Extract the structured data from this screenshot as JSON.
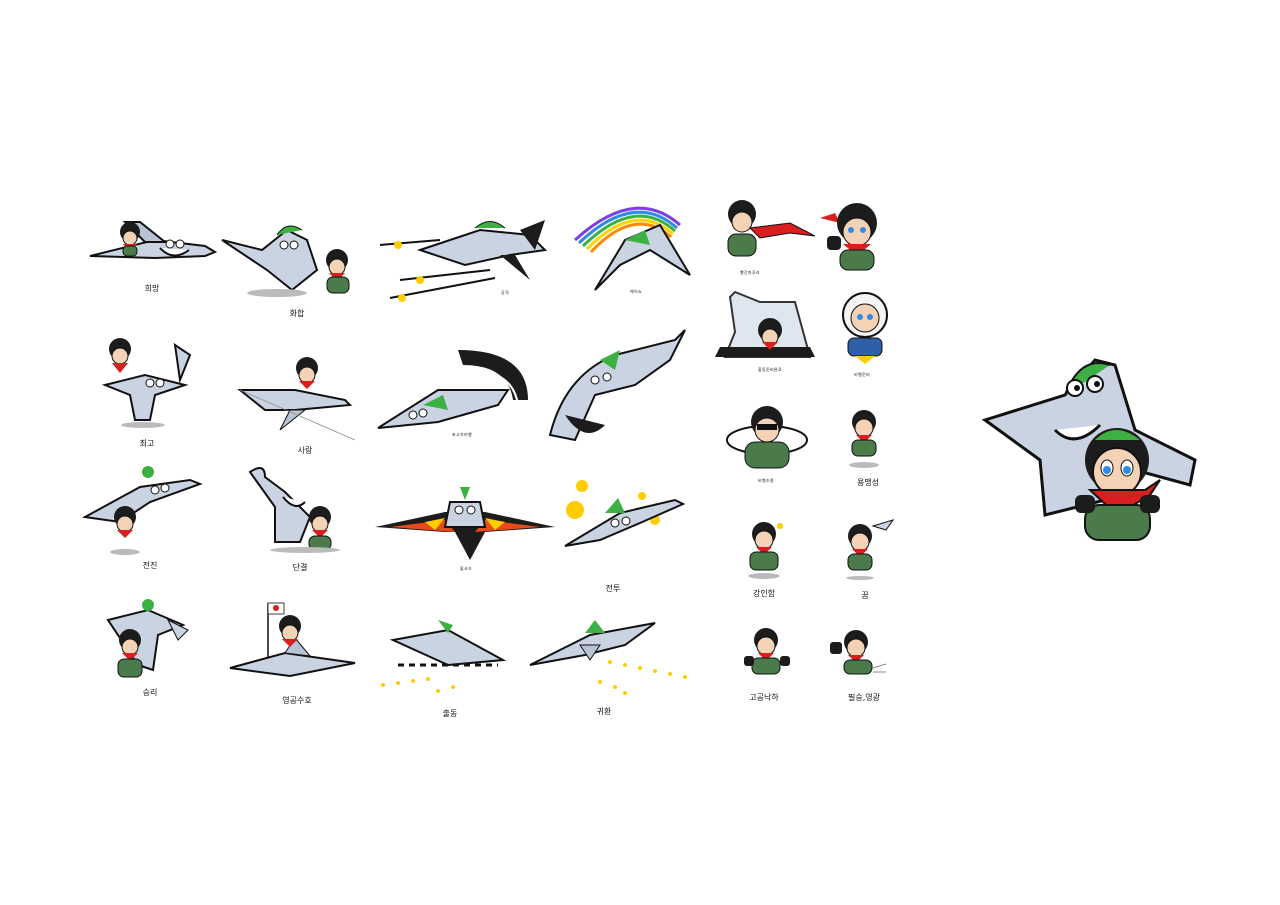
{
  "sheet": {
    "background": "#ffffff",
    "colors": {
      "jet": "#c9d3e2",
      "jet_dark": "#7f8ea6",
      "outline": "#111111",
      "flight_suit": "#4b7a4b",
      "scarf": "#d81e1e",
      "helmet": "#1c1c1c",
      "helmet_stripe": "#3cb043",
      "muzzle": "#ffcc00"
    },
    "captions": {
      "c1": "희망",
      "c2": "화합",
      "c3": "공격",
      "c4": "에어쇼",
      "c5": "최고",
      "c6": "사랑",
      "c7": "초고속비행",
      "c8": "전진",
      "c9": "단결",
      "c10": "불사조",
      "c11": "전투",
      "c12": "승리",
      "c13": "영공수호",
      "c14": "출동",
      "c15": "귀환",
      "c16": "빨간마후라",
      "c17": "출동준비완료",
      "c18": "비행준비",
      "c19": "비행조종",
      "c20": "용맹성",
      "c21": "강인함",
      "c22": "꿈",
      "c23": "고공낙하",
      "c24": "필승,영광"
    },
    "icons": {
      "mascot": "fighter-jet-mascot-icon",
      "pilot": "pilot-mascot-icon"
    }
  }
}
